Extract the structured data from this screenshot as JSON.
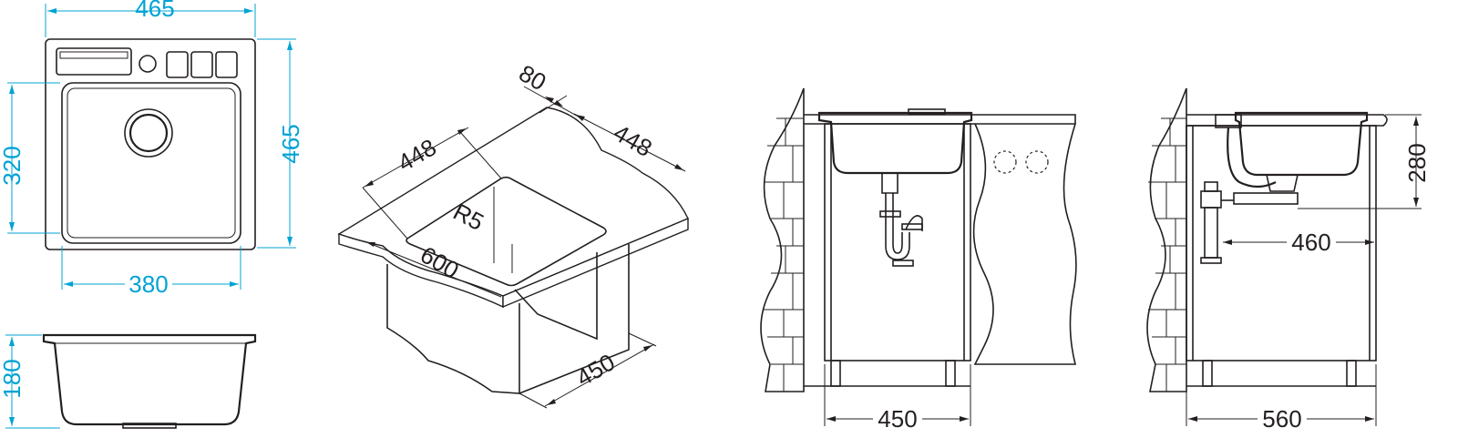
{
  "dimensions": {
    "top_view": {
      "width": "465",
      "depth": "465",
      "bowl_depth": "320",
      "bowl_width": "380"
    },
    "section_view": {
      "height": "180"
    },
    "installation_view": {
      "edge": "80",
      "cutout_width": "448",
      "cutout_depth": "448",
      "radius": "R5",
      "worktop": "600",
      "cabinet": "450"
    },
    "front_view": {
      "cabinet_width": "450"
    },
    "side_view": {
      "height": "280",
      "drain_offset": "460",
      "cabinet_depth": "560"
    }
  },
  "colors": {
    "dimension_blue": "#00a3d4",
    "line_dark": "#231f20"
  }
}
